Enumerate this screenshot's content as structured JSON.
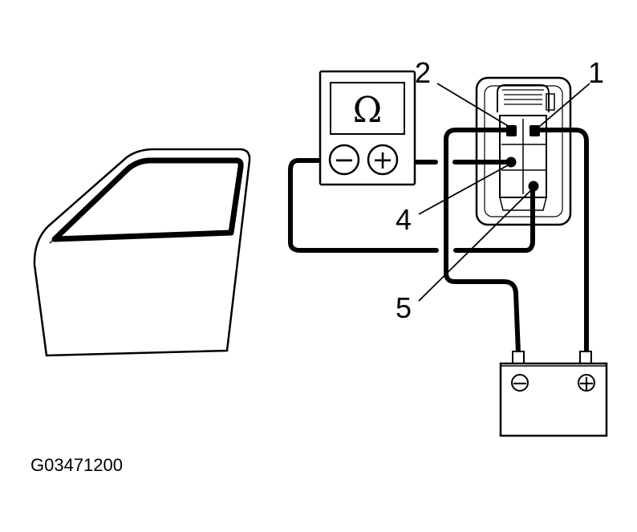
{
  "diagram": {
    "figure_code": "G03471200",
    "callouts": {
      "terminal_1": "1",
      "terminal_2": "2",
      "terminal_4": "4",
      "terminal_5": "5"
    },
    "ohmmeter": {
      "unit_symbol": "Ω",
      "negative_symbol": "−",
      "positive_symbol": "+"
    },
    "battery": {
      "negative_symbol": "−",
      "positive_symbol": "+"
    }
  }
}
